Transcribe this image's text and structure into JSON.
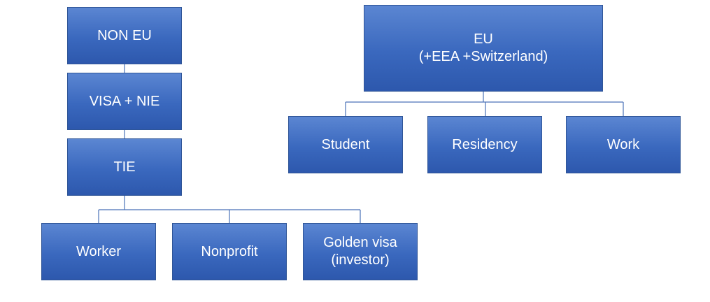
{
  "diagram": {
    "non_eu": {
      "root": "NON EU",
      "step2": "VISA + NIE",
      "step3": "TIE",
      "children": [
        {
          "label": "Worker"
        },
        {
          "label": "Nonprofit"
        },
        {
          "label": "Golden visa",
          "sublabel": "(investor)"
        }
      ]
    },
    "eu": {
      "root": "EU",
      "root_sub": "(+EEA +Switzerland)",
      "children": [
        {
          "label": "Student"
        },
        {
          "label": "Residency"
        },
        {
          "label": "Work"
        }
      ]
    }
  },
  "colors": {
    "box_fill": "#4472c4",
    "box_border": "#2f5597",
    "connector": "#4a72b8",
    "text": "#ffffff"
  }
}
